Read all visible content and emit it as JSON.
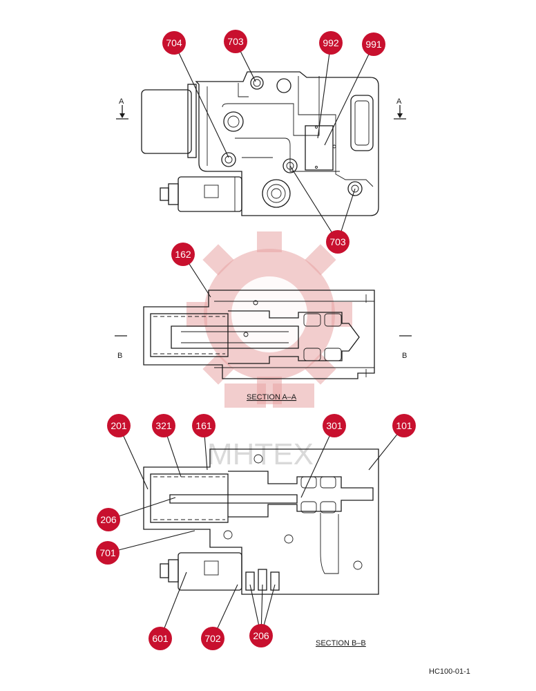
{
  "drawing_code": "HC100-01-1",
  "watermark_text": "MHTEX",
  "section_labels": [
    "SECTION  A–A",
    "SECTION  B–B"
  ],
  "cut_markers": {
    "a": "A",
    "b": "B"
  },
  "callouts": [
    {
      "id": "704"
    },
    {
      "id": "703"
    },
    {
      "id": "992"
    },
    {
      "id": "991"
    },
    {
      "id": "703"
    },
    {
      "id": "162"
    },
    {
      "id": "201"
    },
    {
      "id": "321"
    },
    {
      "id": "161"
    },
    {
      "id": "301"
    },
    {
      "id": "101"
    },
    {
      "id": "206"
    },
    {
      "id": "701"
    },
    {
      "id": "601"
    },
    {
      "id": "702"
    },
    {
      "id": "206"
    }
  ],
  "colors": {
    "callout_fill": "#c8102e",
    "callout_text": "#ffffff",
    "line": "#1a1a1a",
    "watermark": "#e8a4a4"
  }
}
